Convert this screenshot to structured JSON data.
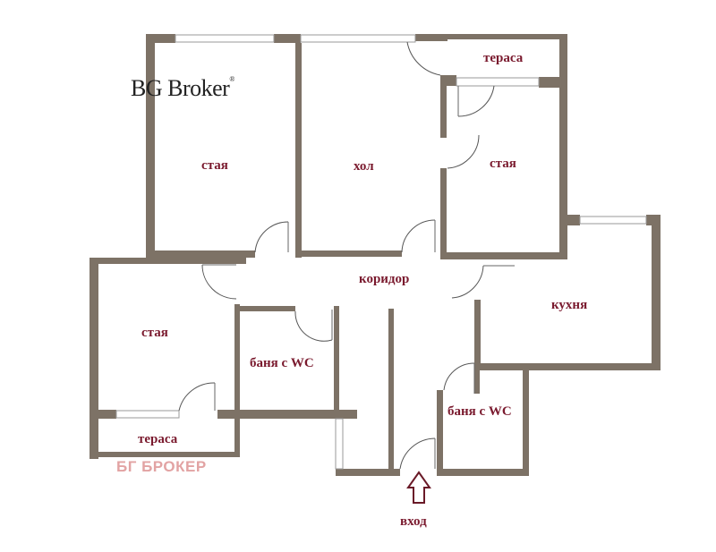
{
  "logo": {
    "text": "BG Broker",
    "mark": "®"
  },
  "watermark": "БГ БРОКЕР",
  "colors": {
    "wall": "#7d7266",
    "label": "#7a1a2e",
    "window": "#c9c9c9",
    "watermark": "#e2a3a3"
  },
  "rooms": {
    "room_top_left": "стая",
    "living": "хол",
    "terrace_top": "тераса",
    "room_right": "стая",
    "corridor": "коридор",
    "kitchen": "кухня",
    "room_bottom_left": "стая",
    "bathroom_left": "баня с WC",
    "bathroom_right": "баня с WC",
    "terrace_bottom": "тераса",
    "entrance": "вход"
  },
  "icons": {
    "entrance_arrow": "up-arrow-outline"
  }
}
